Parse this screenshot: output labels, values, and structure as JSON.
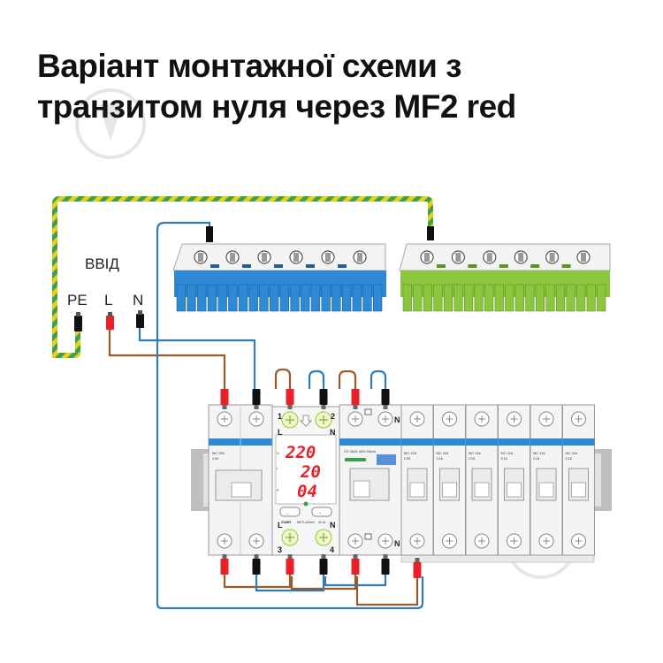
{
  "title": {
    "line1": "Варіант монтажної схеми з",
    "line2": "транзитом нуля через MF2 red"
  },
  "input": {
    "label": "ВВІД",
    "pe": "PE",
    "l": "L",
    "n": "N"
  },
  "relay": {
    "display": [
      "220",
      "20",
      "04"
    ],
    "side_labels": [
      "U",
      "I",
      "P"
    ],
    "brand": "ZUBR",
    "model": "MF2-40red",
    "rating": "40 A",
    "top_terminals": [
      "1",
      "2"
    ],
    "bottom_terminals": [
      "3",
      "4"
    ],
    "top_l": "L",
    "top_n": "N",
    "bottom_l": "L",
    "bottom_n": "N",
    "btn_minus": "—",
    "btn_plus": "+"
  },
  "main_breaker": {
    "model": "MC 250",
    "rating": "C40"
  },
  "rcd": {
    "model": "CS 3644 40/0.03mA"
  },
  "breakers": [
    {
      "model": "MC 125",
      "rating": "C25"
    },
    {
      "model": "MC 116",
      "rating": "C16"
    },
    {
      "model": "MC 116",
      "rating": "C16"
    },
    {
      "model": "MC 116",
      "rating": "C16"
    },
    {
      "model": "MC 116",
      "rating": "C16"
    },
    {
      "model": "MC 116",
      "rating": "C16"
    }
  ],
  "neutral_mark_top": "N",
  "neutral_mark_bottom": "N",
  "colors": {
    "phase_wire": "#9a5a2a",
    "neutral_wire": "#2e7cb8",
    "pe_yellow": "#e2d31a",
    "pe_green": "#3ea04a",
    "neutral_bus": "#2f8ad6",
    "pe_bus": "#8cc63f",
    "led": "#e8202a"
  }
}
